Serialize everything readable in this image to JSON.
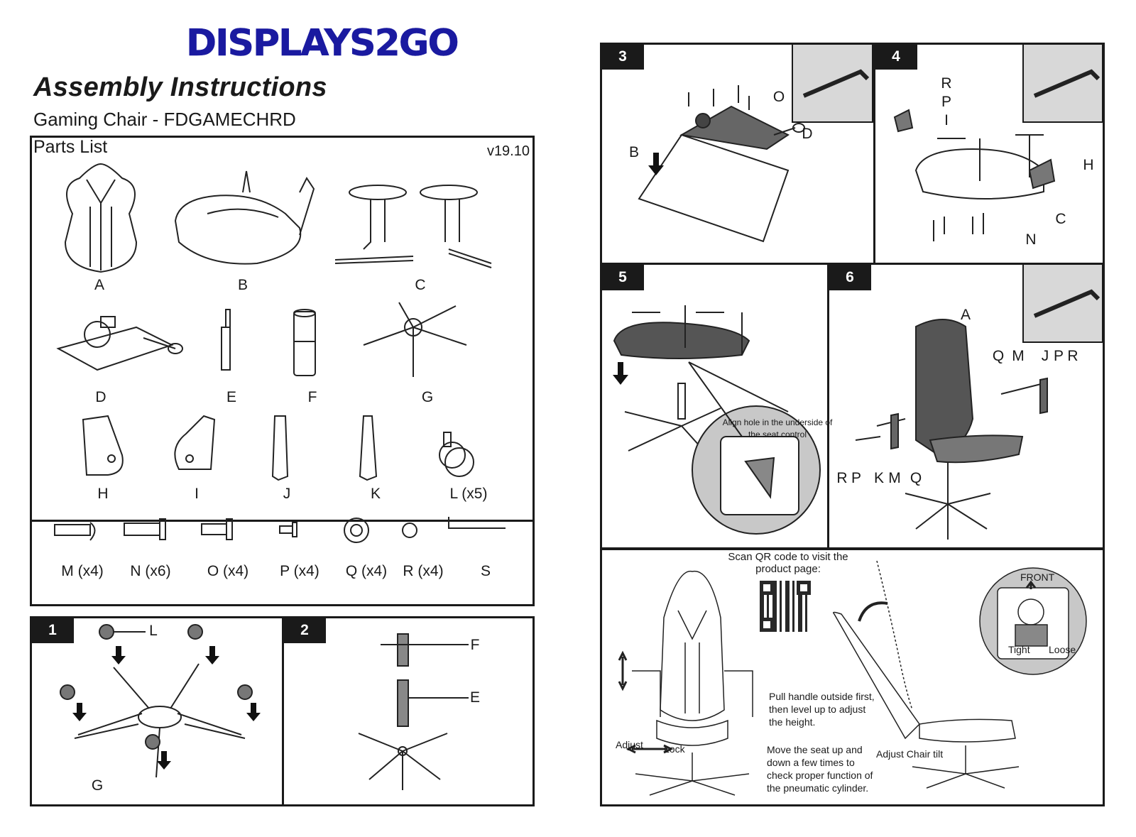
{
  "brand": {
    "logo_text": "DISPLAYS2GO",
    "color": "#1a1aa0"
  },
  "header": {
    "title": "Assembly Instructions",
    "subtitle": "Gaming Chair - FDGAMECHRD"
  },
  "parts_list": {
    "heading": "Parts List",
    "version": "v19.10",
    "parts": [
      "A",
      "B",
      "C",
      "D",
      "E",
      "F",
      "G",
      "H",
      "I",
      "J",
      "K",
      "L (x5)"
    ],
    "hardware": [
      "M (x4)",
      "N (x6)",
      "O (x4)",
      "P (x4)",
      "Q (x4)",
      "R (x4)",
      "S"
    ]
  },
  "steps": [
    {
      "number": "1",
      "labels": [
        "L",
        "G"
      ]
    },
    {
      "number": "2",
      "labels": [
        "F",
        "E"
      ]
    },
    {
      "number": "3",
      "labels": [
        "O",
        "D",
        "B"
      ]
    },
    {
      "number": "4",
      "labels": [
        "R",
        "P",
        "I",
        "H",
        "C",
        "N"
      ]
    },
    {
      "number": "5",
      "callout": "Align hole in the underside of the seat control"
    },
    {
      "number": "6",
      "labels": [
        "A",
        "Q",
        "M",
        "J",
        "P",
        "R",
        "R",
        "P",
        "K",
        "M",
        "Q"
      ]
    }
  ],
  "usage": {
    "qr_caption": "Scan QR code to visit the product page:",
    "height_note": "Pull handle outside first, then level up to adjust the height.",
    "adjust_label": "Adjust",
    "lock_label": "Lock",
    "cylinder_note": "Move the seat up and down a few times to check proper function of the pneumatic cylinder.",
    "tilt_label": "Adjust Chair tilt",
    "front_label": "FRONT",
    "tight_label": "Tight",
    "loose_label": "Loose"
  }
}
